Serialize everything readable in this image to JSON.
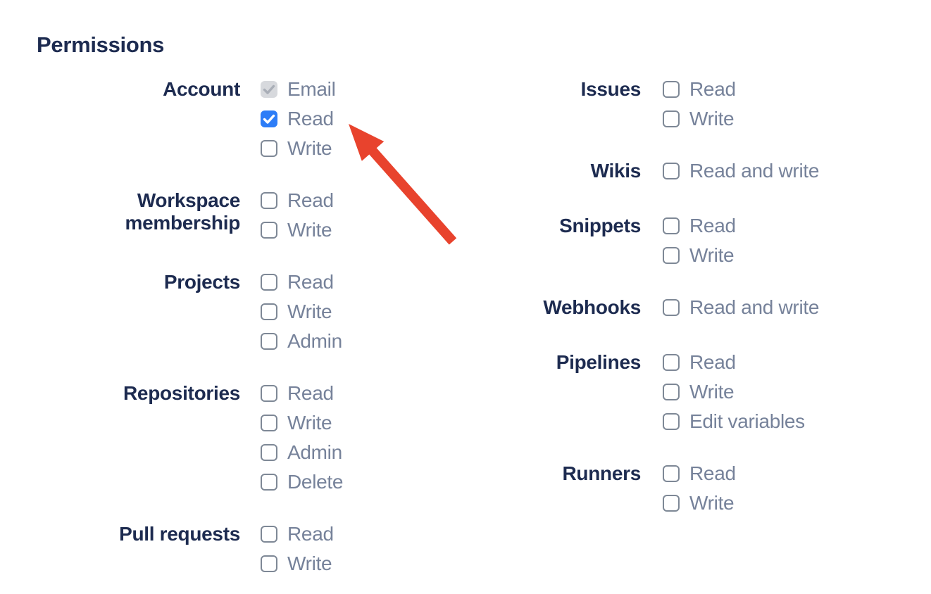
{
  "header": {
    "title": "Permissions"
  },
  "colors": {
    "heading_text": "#1d2b50",
    "group_label_text": "#1d2b50",
    "option_text": "#76829a",
    "checkbox_border": "#7e8896",
    "checkbox_checked_bg": "#2d7df7",
    "checkbox_checked_mark": "#ffffff",
    "checkbox_disabled_bg": "#d7d9dd",
    "checkbox_disabled_mark": "#a9aeb7",
    "arrow": "#e8432d"
  },
  "annotation": {
    "arrow_color": "#e8432d",
    "arrow_points_to": "Account Read checkbox"
  },
  "columns": [
    {
      "groups": [
        {
          "label": "Account",
          "options": [
            {
              "label": "Email",
              "state": "checked_disabled"
            },
            {
              "label": "Read",
              "state": "checked"
            },
            {
              "label": "Write",
              "state": "unchecked"
            }
          ]
        },
        {
          "label": "Workspace membership",
          "options": [
            {
              "label": "Read",
              "state": "unchecked"
            },
            {
              "label": "Write",
              "state": "unchecked"
            }
          ]
        },
        {
          "label": "Projects",
          "options": [
            {
              "label": "Read",
              "state": "unchecked"
            },
            {
              "label": "Write",
              "state": "unchecked"
            },
            {
              "label": "Admin",
              "state": "unchecked"
            }
          ]
        },
        {
          "label": "Repositories",
          "options": [
            {
              "label": "Read",
              "state": "unchecked"
            },
            {
              "label": "Write",
              "state": "unchecked"
            },
            {
              "label": "Admin",
              "state": "unchecked"
            },
            {
              "label": "Delete",
              "state": "unchecked"
            }
          ]
        },
        {
          "label": "Pull requests",
          "options": [
            {
              "label": "Read",
              "state": "unchecked"
            },
            {
              "label": "Write",
              "state": "unchecked"
            }
          ]
        }
      ]
    },
    {
      "groups": [
        {
          "label": "Issues",
          "options": [
            {
              "label": "Read",
              "state": "unchecked"
            },
            {
              "label": "Write",
              "state": "unchecked"
            }
          ]
        },
        {
          "label": "Wikis",
          "options": [
            {
              "label": "Read and write",
              "state": "unchecked"
            }
          ]
        },
        {
          "label": "Snippets",
          "options": [
            {
              "label": "Read",
              "state": "unchecked"
            },
            {
              "label": "Write",
              "state": "unchecked"
            }
          ]
        },
        {
          "label": "Webhooks",
          "options": [
            {
              "label": "Read and write",
              "state": "unchecked"
            }
          ]
        },
        {
          "label": "Pipelines",
          "options": [
            {
              "label": "Read",
              "state": "unchecked"
            },
            {
              "label": "Write",
              "state": "unchecked"
            },
            {
              "label": "Edit variables",
              "state": "unchecked"
            }
          ]
        },
        {
          "label": "Runners",
          "options": [
            {
              "label": "Read",
              "state": "unchecked"
            },
            {
              "label": "Write",
              "state": "unchecked"
            }
          ]
        }
      ]
    }
  ]
}
